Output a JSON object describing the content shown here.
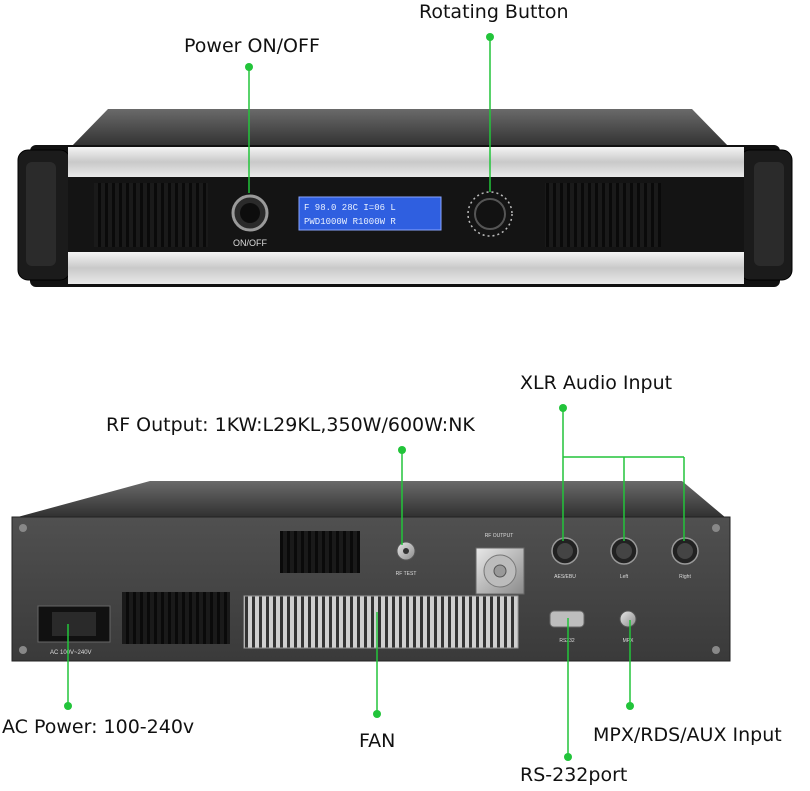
{
  "labels": {
    "power": "Power ON/OFF",
    "rotating": "Rotating Button",
    "xlr": "XLR Audio Input",
    "rf_output": "RF Output: 1KW:L29KL,350W/600W:NK",
    "ac_power": "AC Power: 100-240v",
    "fan": "FAN",
    "mpx": "MPX/RDS/AUX Input",
    "rs232": "RS-232port"
  },
  "front_panel": {
    "switch_label": "ON/OFF",
    "lcd_line1": "F 98.0 28C I=06 L",
    "lcd_line2": "PWD1000W R1000W R"
  },
  "rear_panel": {
    "rf_output": "RF OUTPUT",
    "rf_test": "RF TEST",
    "aes": "AES/EBU",
    "left": "Left",
    "right": "Right",
    "rs232": "RS232",
    "mpx": "MPX",
    "ac_in": "AC 100V~240V"
  },
  "colors": {
    "callout": "#22c43a",
    "lcd": "#2f5fe0",
    "chassis": "#3a3a3a"
  }
}
